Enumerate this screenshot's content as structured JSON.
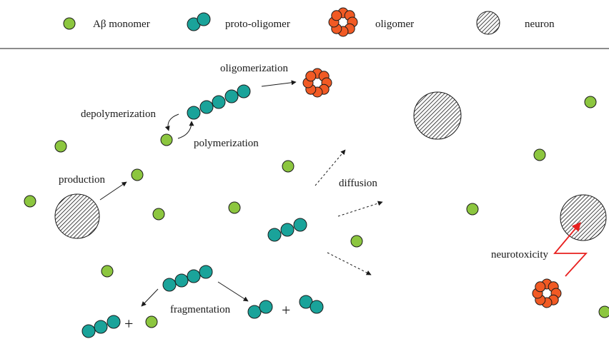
{
  "legend": {
    "monomer_label": "Aβ monomer",
    "proto_label": "proto-oligomer",
    "oligomer_label": "oligomer",
    "neuron_label": "neuron"
  },
  "labels": {
    "oligomerization": "oligomerization",
    "depolymerization": "depolymerization",
    "polymerization": "polymerization",
    "production": "production",
    "diffusion": "diffusion",
    "fragmentation": "fragmentation",
    "neurotoxicity": "neurotoxicity",
    "plus": "+"
  },
  "colors": {
    "monomer": "#8cc63f",
    "proto_oligomer": "#1aa39a",
    "oligomer": "#f15a24",
    "neurotoxicity_arrow": "#e8201f"
  }
}
